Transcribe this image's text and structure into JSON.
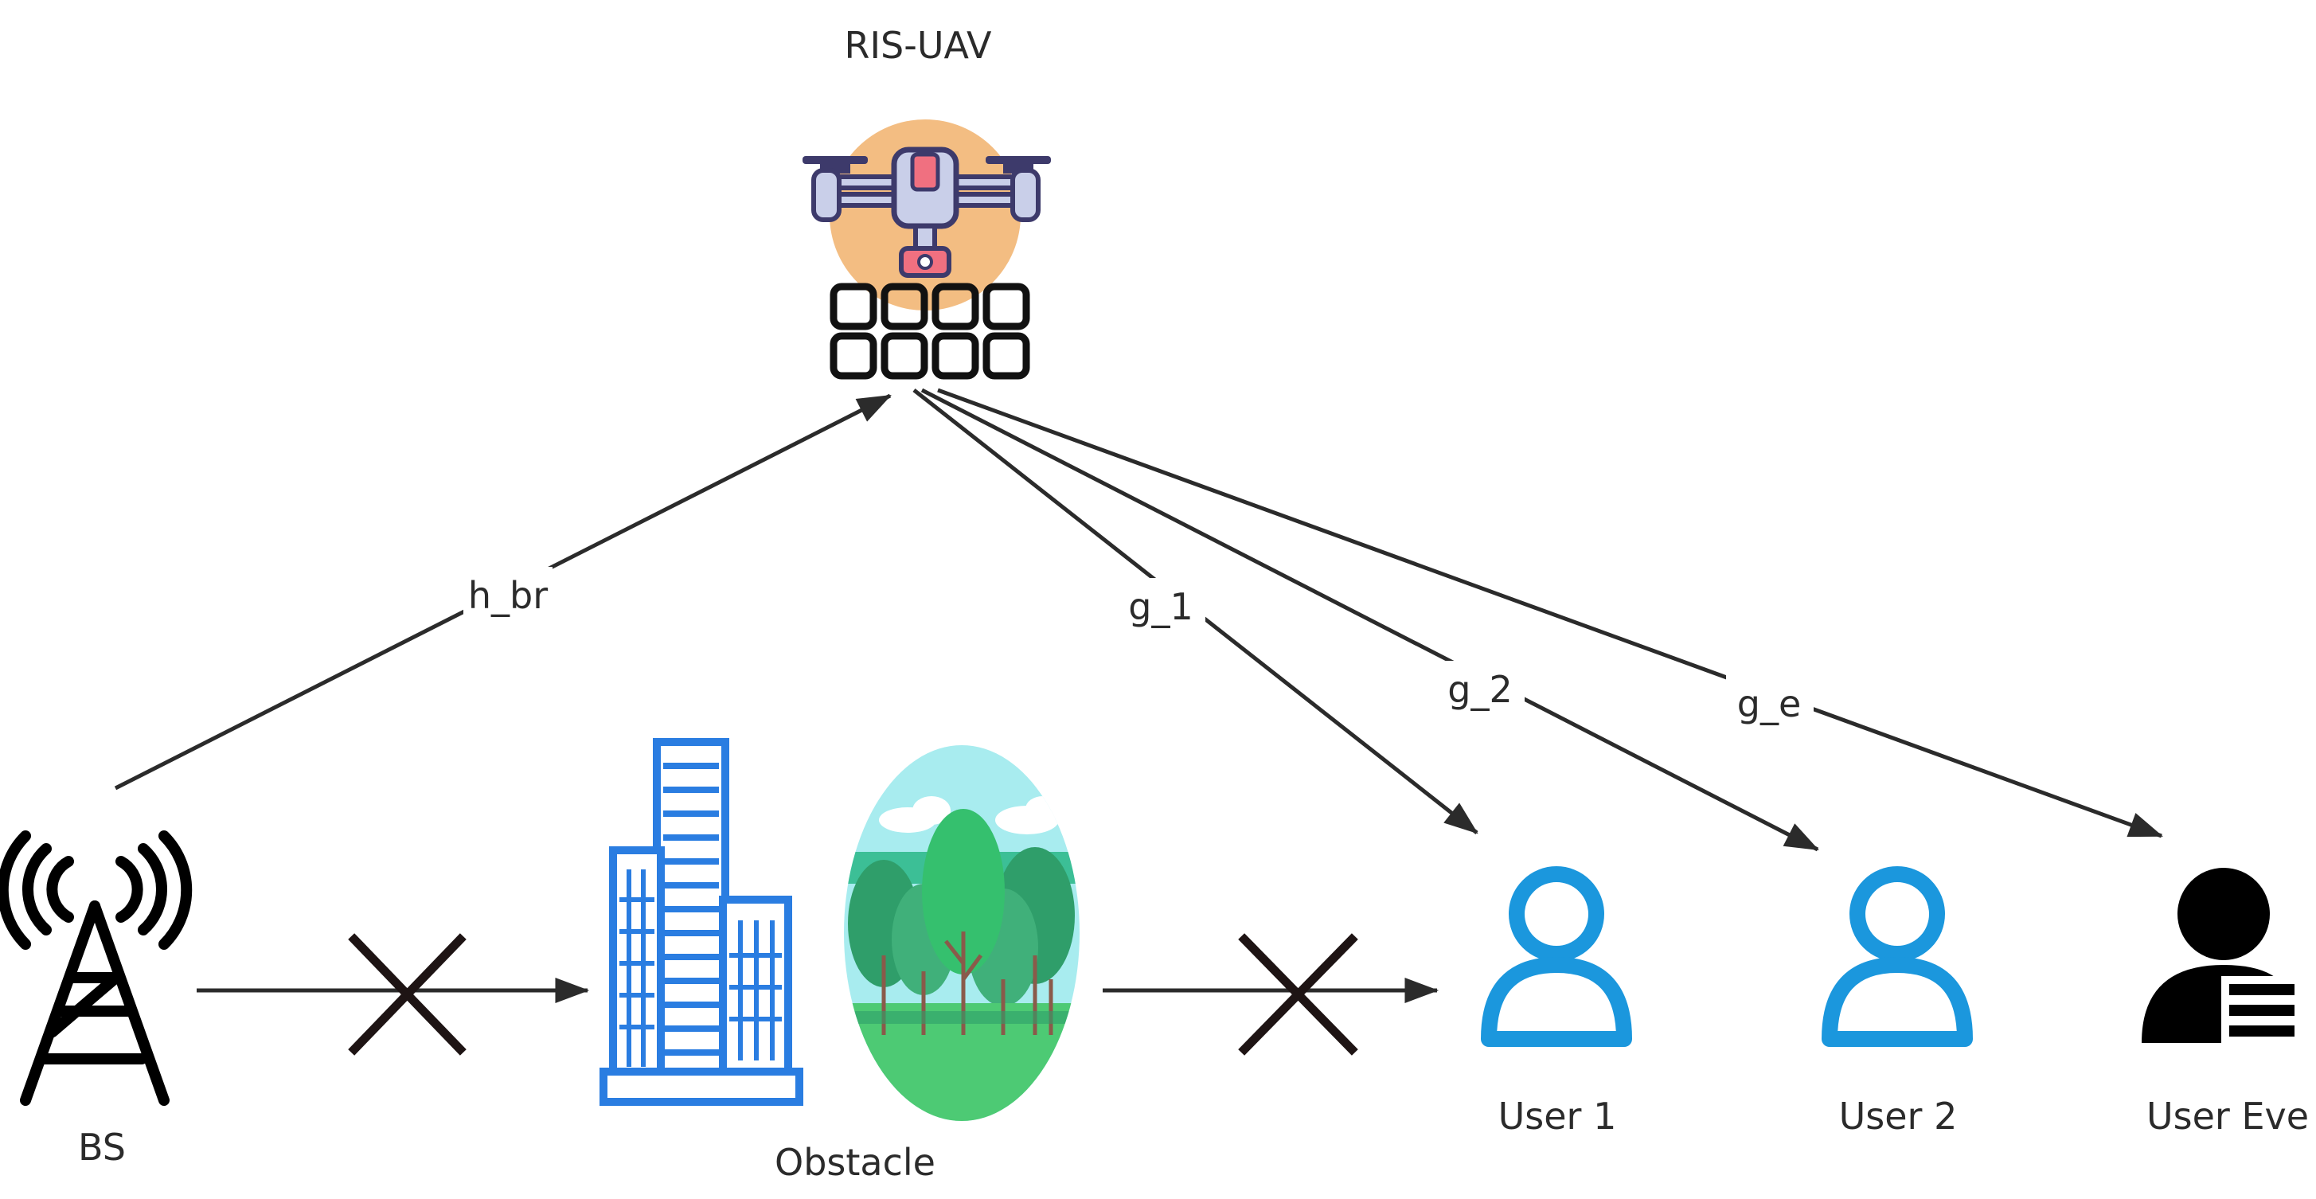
{
  "nodes": {
    "uav": "RIS-UAV",
    "bs": "BS",
    "obstacle": "Obstacle",
    "user1": "User 1",
    "user2": "User 2",
    "eve": "User Eve"
  },
  "edges": {
    "h_br": "h_br",
    "g_1": "g_1",
    "g_2": "g_2",
    "g_e": "g_e"
  },
  "colors": {
    "line": "#2b2b2b",
    "user_blue": "#1b97dd",
    "building_blue": "#2a7de1",
    "uav_circle": "#f3bd82",
    "eve_black": "#000000"
  }
}
